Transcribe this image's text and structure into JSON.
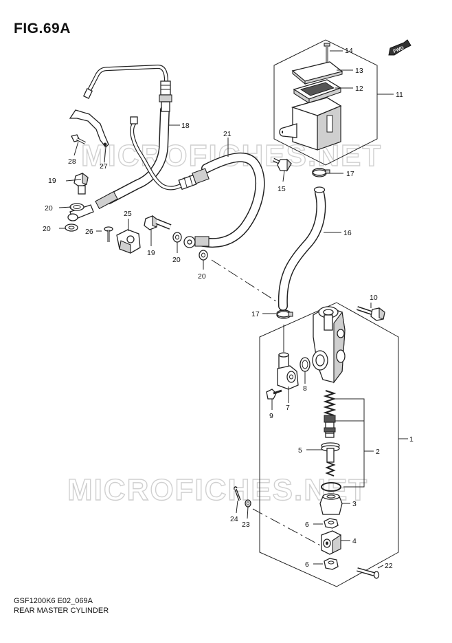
{
  "figure": {
    "title": "FIG.69A",
    "code": "GSF1200K6 E02_069A",
    "name": "REAR MASTER CYLINDER"
  },
  "watermark": "MICROFICHES.NET",
  "fwd_badge": "FWD",
  "callouts": {
    "c1": "1",
    "c2": "2",
    "c3": "3",
    "c4": "4",
    "c5": "5",
    "c6a": "6",
    "c6b": "6",
    "c7": "7",
    "c8": "8",
    "c9": "9",
    "c10": "10",
    "c11": "11",
    "c12": "12",
    "c13": "13",
    "c14": "14",
    "c15": "15",
    "c16": "16",
    "c17a": "17",
    "c17b": "17",
    "c18": "18",
    "c19a": "19",
    "c19b": "19",
    "c20a": "20",
    "c20b": "20",
    "c20c": "20",
    "c20d": "20",
    "c21": "21",
    "c22": "22",
    "c23": "23",
    "c24": "24",
    "c25": "25",
    "c26": "26",
    "c27": "27",
    "c28": "28"
  },
  "colors": {
    "line": "#222222",
    "watermark": "#d0d0d0",
    "background": "#ffffff"
  }
}
